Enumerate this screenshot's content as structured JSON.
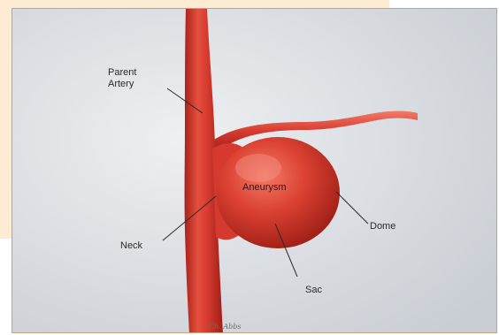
{
  "labels": {
    "parent_artery": "Parent\nArtery",
    "aneurysm": "Aneurysm",
    "dome": "Dome",
    "neck": "Neck",
    "sac": "Sac"
  },
  "colors": {
    "artery": "#d63a2f",
    "artery_shadow": "#9e1f17",
    "artery_highlight": "#f0735f",
    "background": "#dfe3e7",
    "cream": "#fdebd3",
    "leader_line": "#2a2a2a"
  },
  "signature": "Ch. Abbs"
}
